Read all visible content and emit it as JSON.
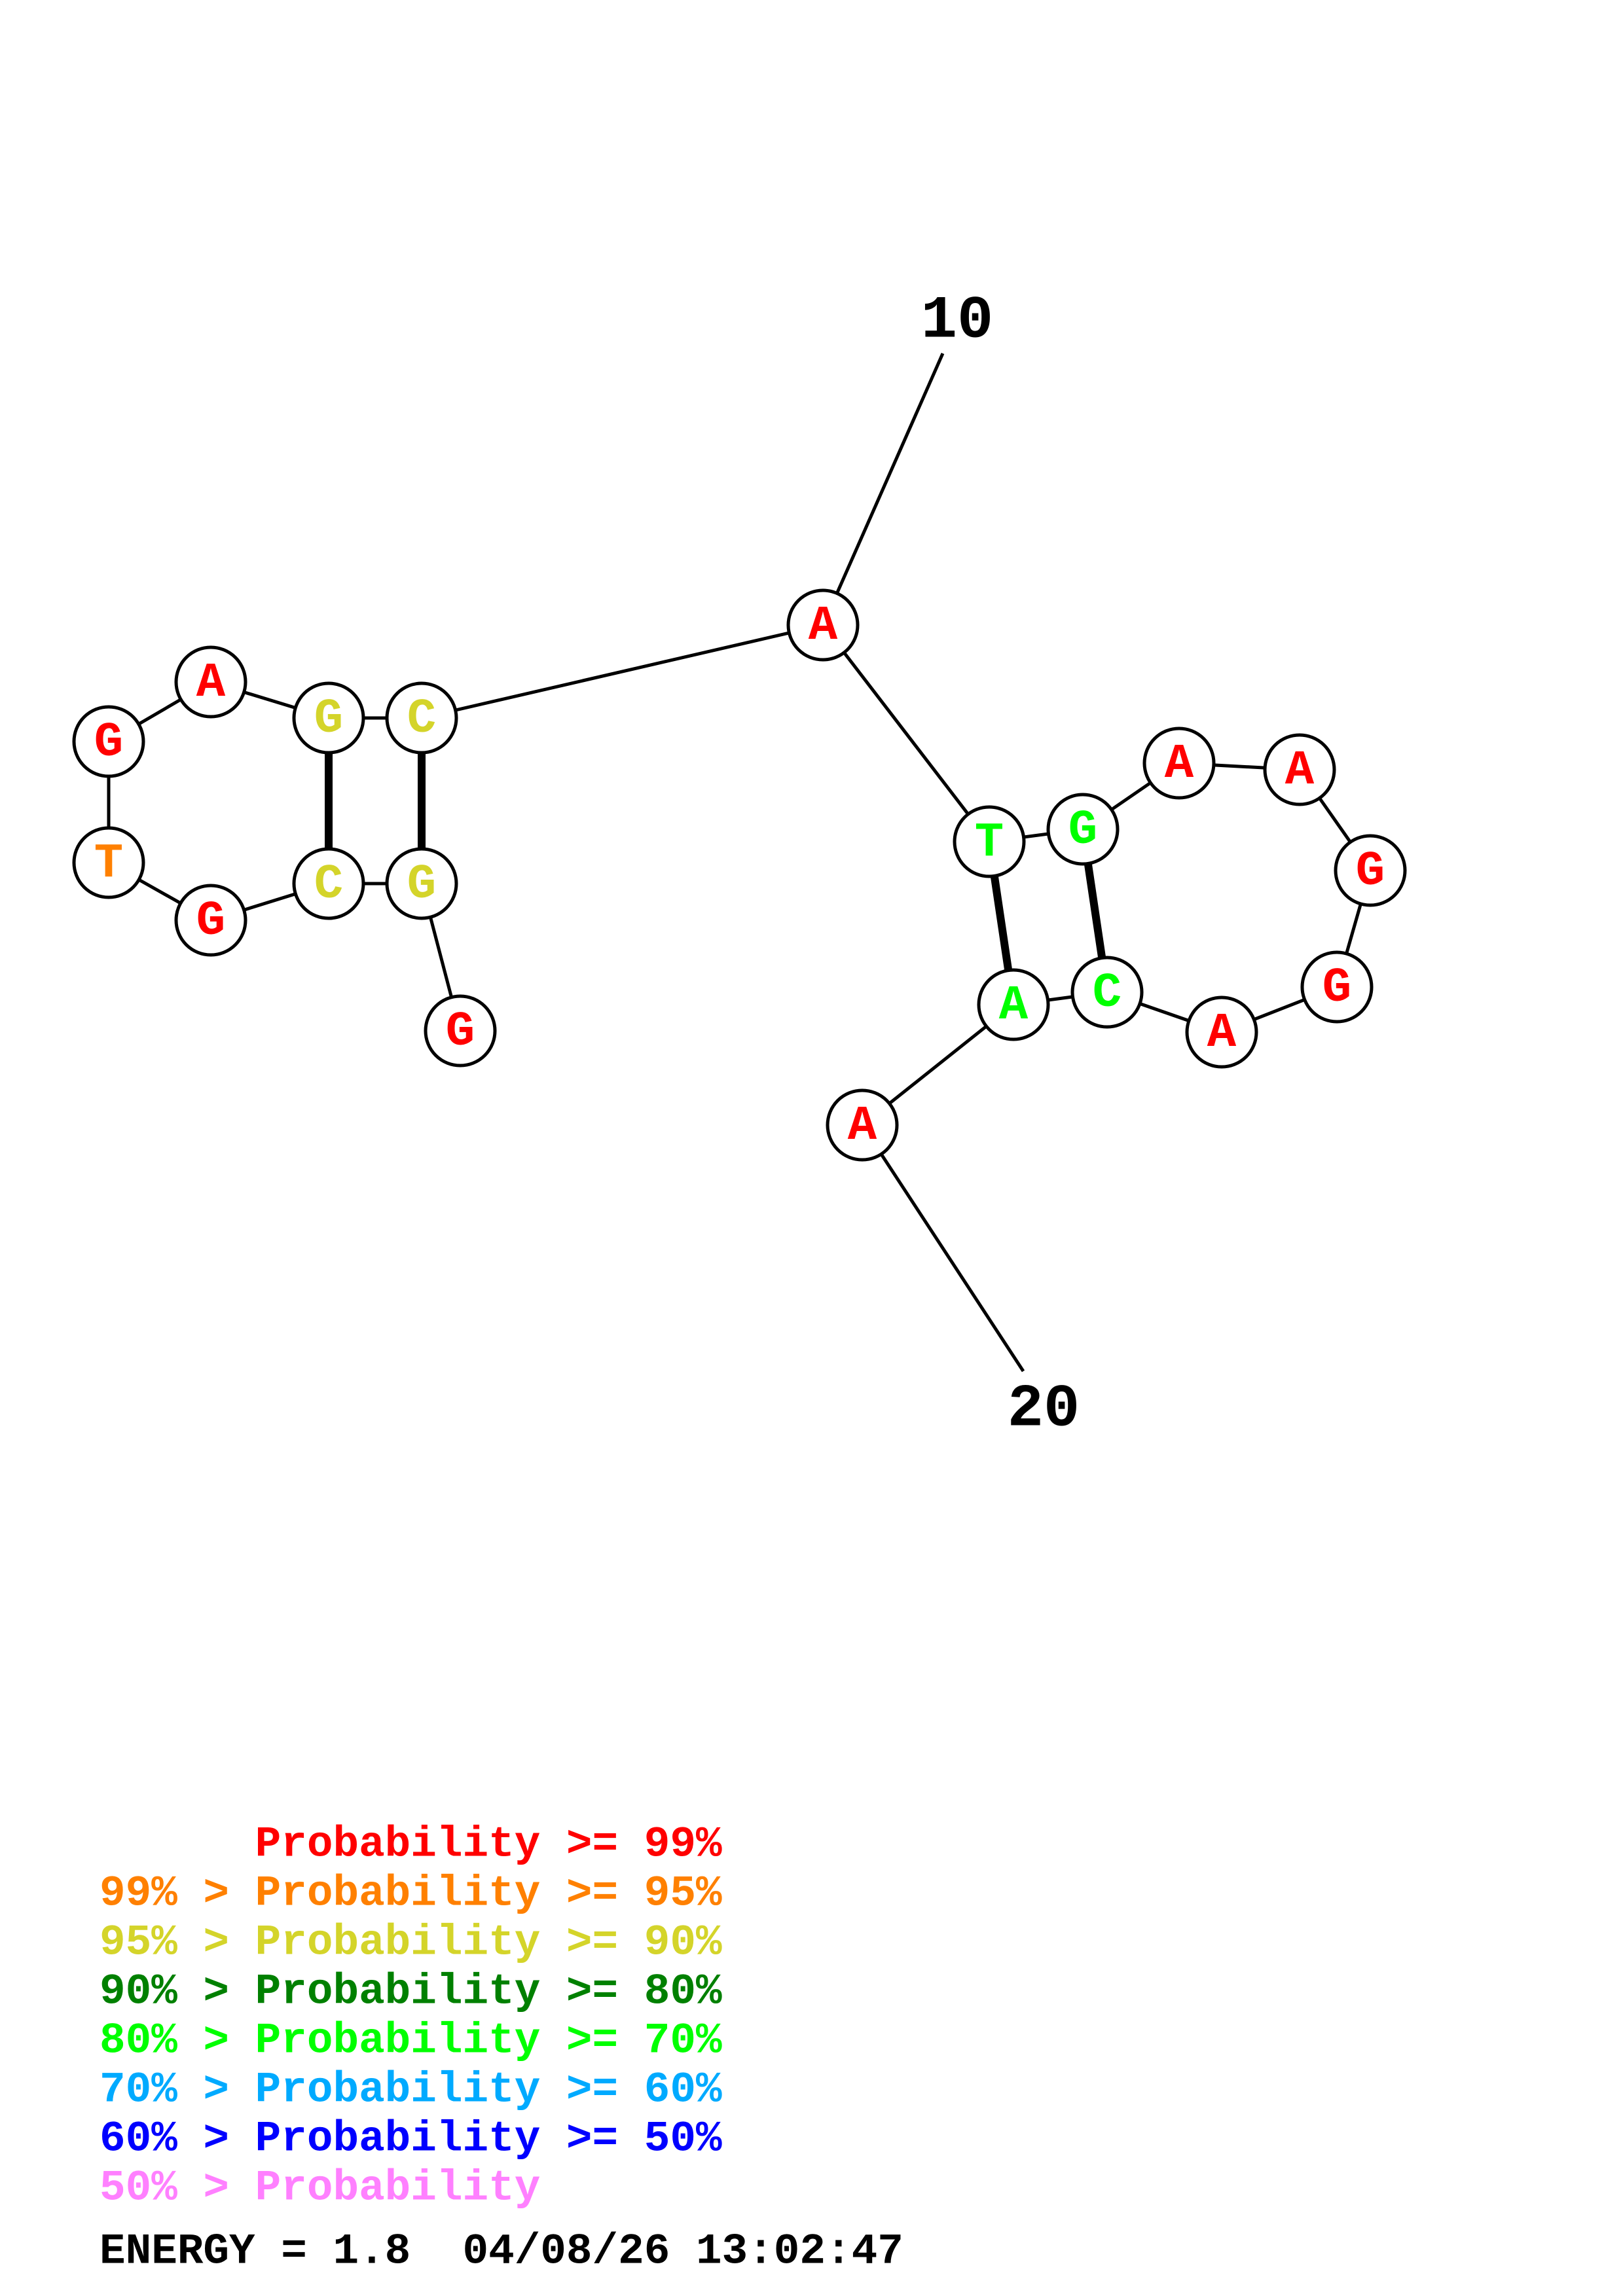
{
  "structure": {
    "nucleotides": [
      {
        "base": "G",
        "prob": "p99"
      },
      {
        "base": "G",
        "prob": "p90"
      },
      {
        "base": "C",
        "prob": "p90"
      },
      {
        "base": "G",
        "prob": "p99"
      },
      {
        "base": "T",
        "prob": "p95"
      },
      {
        "base": "G",
        "prob": "p99"
      },
      {
        "base": "A",
        "prob": "p99"
      },
      {
        "base": "G",
        "prob": "p90"
      },
      {
        "base": "C",
        "prob": "p90"
      },
      {
        "base": "A",
        "prob": "p99"
      },
      {
        "base": "T",
        "prob": "p70"
      },
      {
        "base": "G",
        "prob": "p70"
      },
      {
        "base": "A",
        "prob": "p99"
      },
      {
        "base": "A",
        "prob": "p99"
      },
      {
        "base": "G",
        "prob": "p99"
      },
      {
        "base": "G",
        "prob": "p99"
      },
      {
        "base": "A",
        "prob": "p99"
      },
      {
        "base": "C",
        "prob": "p70"
      },
      {
        "base": "A",
        "prob": "p70"
      },
      {
        "base": "A",
        "prob": "p99"
      }
    ],
    "pairs": [
      [
        2,
        9
      ],
      [
        3,
        8
      ],
      [
        11,
        19
      ],
      [
        12,
        18
      ]
    ],
    "position_labels": [
      {
        "index": 10,
        "text": "10"
      },
      {
        "index": 20,
        "text": "20"
      }
    ]
  },
  "colors": {
    "p99": "#ff0000",
    "p95": "#ff8000",
    "p90": "#d4d42a",
    "p80": "#008000",
    "p70": "#00ff00",
    "p60": "#00aaff",
    "p50": "#0000ff",
    "plow": "#ff80ff"
  },
  "legend": [
    {
      "key": "p99",
      "text": "      Probability >= 99%"
    },
    {
      "key": "p95",
      "text": "99% > Probability >= 95%"
    },
    {
      "key": "p90",
      "text": "95% > Probability >= 90%"
    },
    {
      "key": "p80",
      "text": "90% > Probability >= 80%"
    },
    {
      "key": "p70",
      "text": "80% > Probability >= 70%"
    },
    {
      "key": "p60",
      "text": "70% > Probability >= 60%"
    },
    {
      "key": "p50",
      "text": "60% > Probability >= 50%"
    },
    {
      "key": "plow",
      "text": "50% > Probability"
    }
  ],
  "footer": {
    "energy_line": "ENERGY = 1.8  04/08/26 13:02:47"
  }
}
